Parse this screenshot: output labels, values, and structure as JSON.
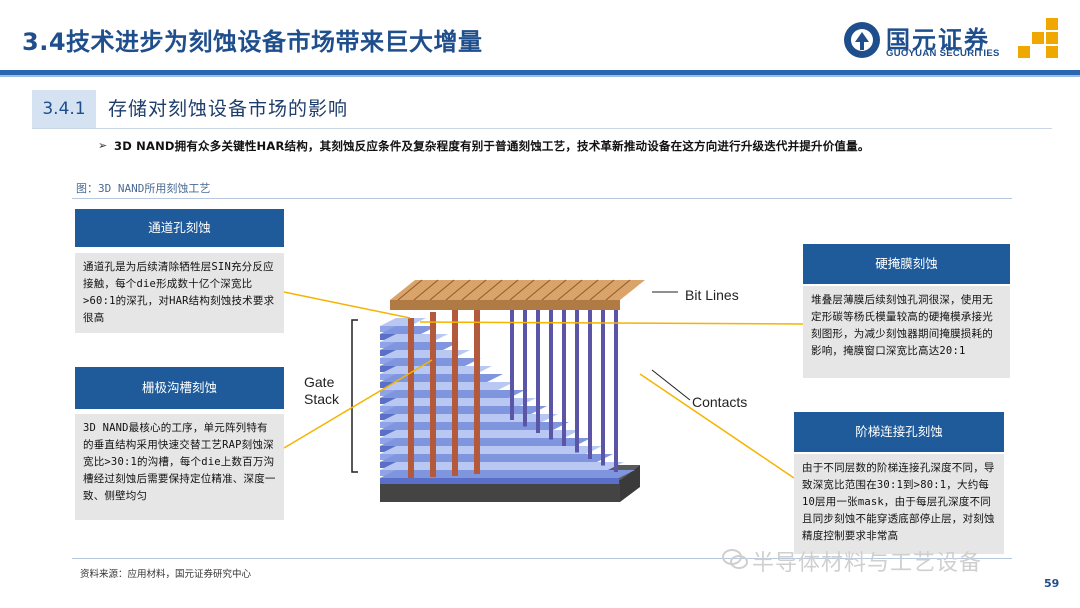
{
  "header": {
    "title": "3.4技术进步为刻蚀设备市场带来巨大增量",
    "logo_cn": "国元证券",
    "logo_en": "GUOYUAN SECURITIES"
  },
  "section": {
    "number": "3.4.1",
    "title": "存储对刻蚀设备市场的影响"
  },
  "bullet": {
    "marker": "➢",
    "text": "3D NAND拥有众多关键性HAR结构，其刻蚀反应条件及复杂程度有别于普通刻蚀工艺，技术革新推动设备在这方向进行升级迭代并提升价值量。"
  },
  "figure": {
    "caption": "图：3D NAND所用刻蚀工艺",
    "diagram_labels": {
      "bit_lines": "Bit Lines",
      "gate_stack_1": "Gate",
      "gate_stack_2": "Stack",
      "contacts": "Contacts"
    },
    "boxes": [
      {
        "title": "通道孔刻蚀",
        "body": "通道孔是为后续清除牺牲层SIN充分反应接触，每个die形成数十亿个深宽比>60:1的深孔，对HAR结构刻蚀技术要求很高"
      },
      {
        "title": "栅极沟槽刻蚀",
        "body": "3D NAND最核心的工序，单元阵列特有的垂直结构采用快速交替工艺RAP刻蚀深宽比>30:1的沟槽，每个die上数百万沟槽经过刻蚀后需要保持定位精准、深度一致、侧壁均匀"
      },
      {
        "title": "硬掩膜刻蚀",
        "body": "堆叠层薄膜后续刻蚀孔洞很深，使用无定形碳等杨氏模量较高的硬掩模承接光刻图形，为减少刻蚀器期间掩膜损耗的影响，掩膜窗口深宽比高达20:1"
      },
      {
        "title": "阶梯连接孔刻蚀",
        "body": "由于不同层数的阶梯连接孔深度不同，导致深宽比范围在30:1到>80:1，大约每10层用一张mask，由于每层孔深度不同且同步刻蚀不能穿透底部停止层，对刻蚀精度控制要求非常高"
      }
    ]
  },
  "footer": {
    "source": "资料来源：应用材料，国元证券研究中心",
    "watermark": "半导体材料与工艺设备",
    "page": "59"
  },
  "colors": {
    "brand_blue": "#1f4e8c",
    "header_box": "#1f5b9a",
    "body_box": "#e6e6e6",
    "leader_line": "#f5b400"
  }
}
